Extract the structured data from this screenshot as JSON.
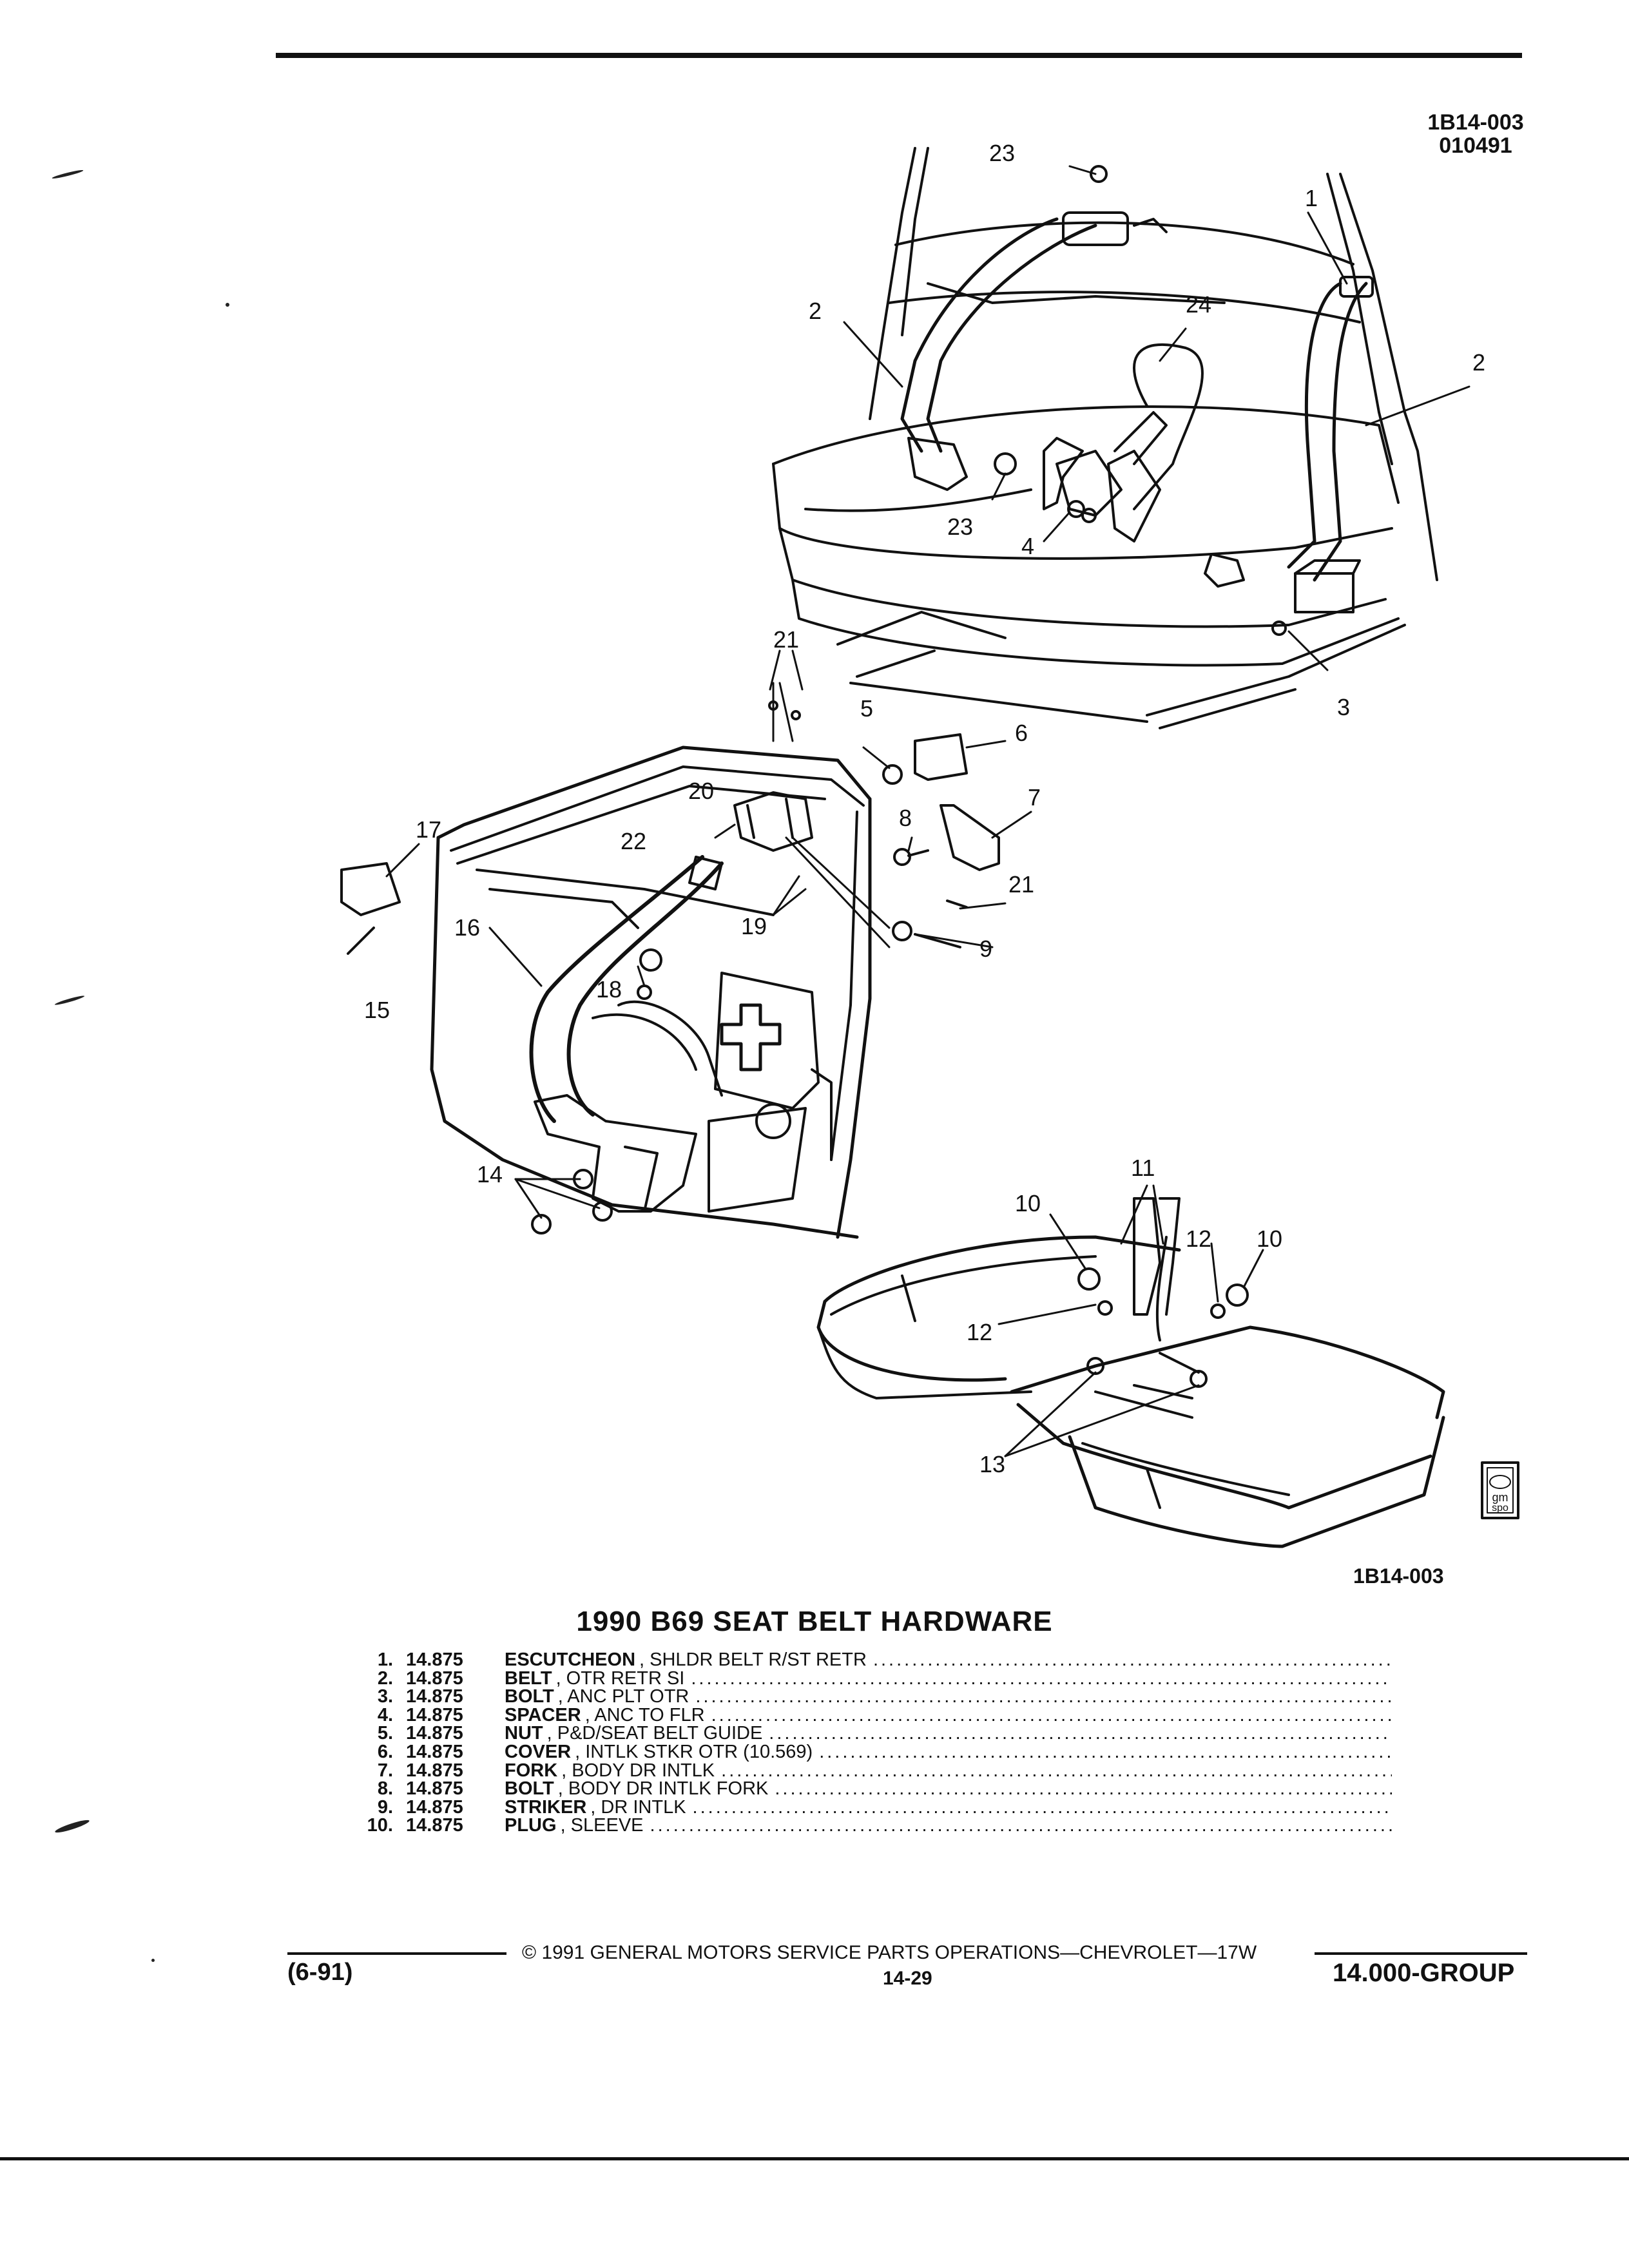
{
  "figure": {
    "id_top_line1": "1B14-003",
    "id_top_line2": "010491",
    "id_bottom": "1B14-003"
  },
  "callouts": {
    "c1": "1",
    "c2": "2",
    "c3": "3",
    "c4": "4",
    "c5": "5",
    "c6": "6",
    "c7": "7",
    "c8": "8",
    "c9": "9",
    "c10": "10",
    "c11": "11",
    "c12": "12",
    "c13": "13",
    "c14": "14",
    "c15": "15",
    "c16": "16",
    "c17": "17",
    "c18": "18",
    "c19": "19",
    "c20": "20",
    "c21": "21",
    "c22": "22",
    "c23": "23",
    "c24": "24"
  },
  "logo": {
    "line1": "gm",
    "line2": "spo"
  },
  "title": "1990 B69 SEAT BELT HARDWARE",
  "parts": [
    {
      "num": "1.",
      "code": "14.875",
      "name": "ESCUTCHEON",
      "desc": ", SHLDR BELT R/ST RETR"
    },
    {
      "num": "2.",
      "code": "14.875",
      "name": "BELT",
      "desc": ", OTR RETR SI"
    },
    {
      "num": "3.",
      "code": "14.875",
      "name": "BOLT",
      "desc": ", ANC PLT OTR"
    },
    {
      "num": "4.",
      "code": "14.875",
      "name": "SPACER",
      "desc": ", ANC TO FLR"
    },
    {
      "num": "5.",
      "code": "14.875",
      "name": "NUT",
      "desc": ", P&D/SEAT BELT GUIDE"
    },
    {
      "num": "6.",
      "code": "14.875",
      "name": "COVER",
      "desc": ", INTLK STKR OTR (10.569)"
    },
    {
      "num": "7.",
      "code": "14.875",
      "name": "FORK",
      "desc": ", BODY DR INTLK"
    },
    {
      "num": "8.",
      "code": "14.875",
      "name": "BOLT",
      "desc": ", BODY DR INTLK FORK"
    },
    {
      "num": "9.",
      "code": "14.875",
      "name": "STRIKER",
      "desc": ", DR INTLK"
    },
    {
      "num": "10.",
      "code": "14.875",
      "name": "PLUG",
      "desc": ", SLEEVE"
    }
  ],
  "footer": {
    "date": "(6-91)",
    "copyright": "© 1991 GENERAL MOTORS SERVICE PARTS OPERATIONS—CHEVROLET—17W",
    "page": "14-29",
    "group": "14.000-GROUP"
  }
}
